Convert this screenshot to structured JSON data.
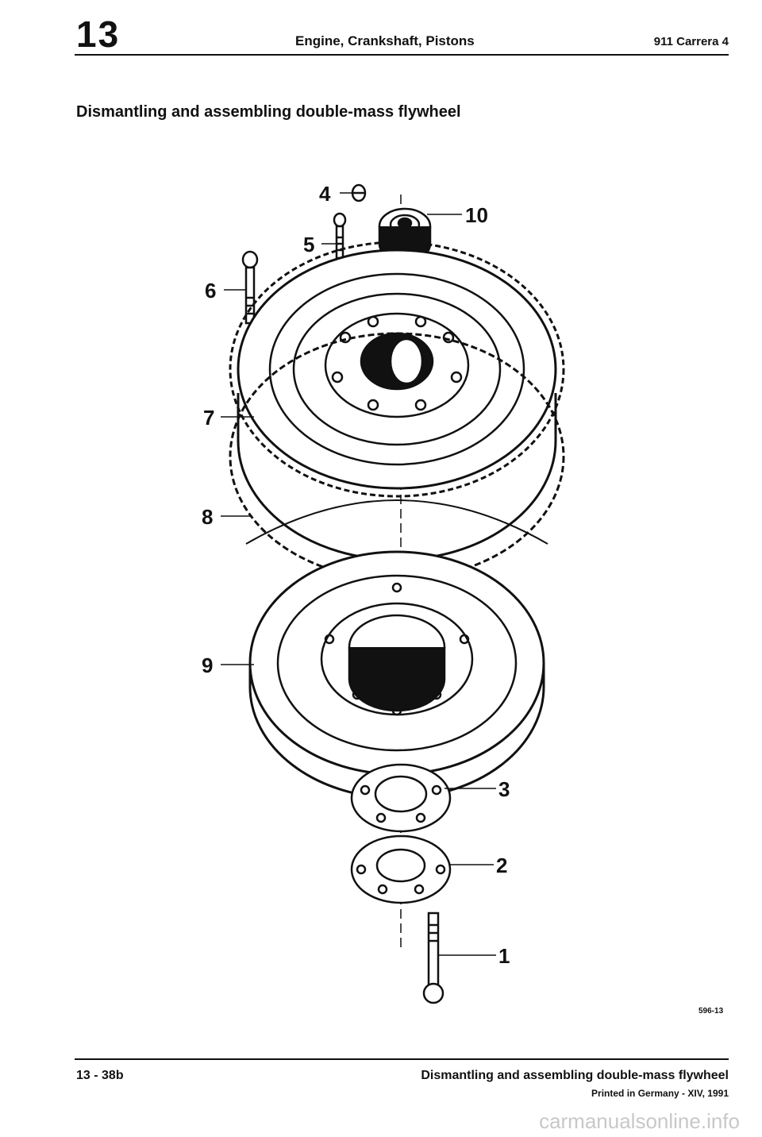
{
  "header": {
    "section_number": "13",
    "title": "Engine, Crankshaft, Pistons",
    "model": "911 Carrera 4"
  },
  "page_heading": "Dismantling and assembling double-mass flywheel",
  "diagram": {
    "callouts": [
      "1",
      "2",
      "3",
      "4",
      "5",
      "6",
      "7",
      "8",
      "9",
      "10"
    ],
    "figure_number": "596-13"
  },
  "footer": {
    "page_number": "13 - 38b",
    "title": "Dismantling and assembling double-mass flywheel",
    "print_info": "Printed in Germany - XIV, 1991"
  },
  "watermark": "carmanualsonline.info"
}
